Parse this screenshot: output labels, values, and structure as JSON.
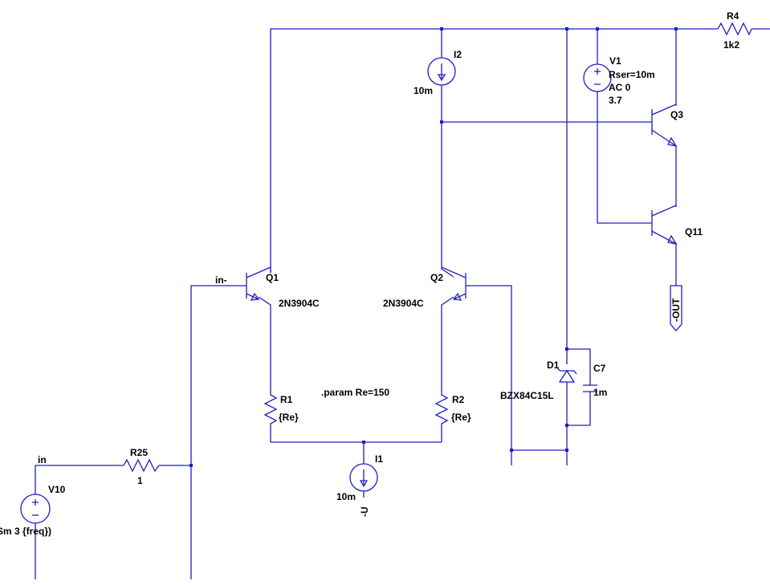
{
  "components": {
    "Q1": {
      "name": "Q1",
      "model": "2N3904C"
    },
    "Q2": {
      "name": "Q2",
      "model": "2N3904C"
    },
    "Q3": {
      "name": "Q3"
    },
    "Q11": {
      "name": "Q11"
    },
    "R1": {
      "name": "R1",
      "value": "{Re}"
    },
    "R2": {
      "name": "R2",
      "value": "{Re}"
    },
    "R4": {
      "name": "R4",
      "value": "1k2"
    },
    "R25": {
      "name": "R25",
      "value": "1"
    },
    "I1": {
      "name": "I1",
      "value": "10m"
    },
    "I2": {
      "name": "I2",
      "value": "10m"
    },
    "V1": {
      "name": "V1",
      "line1": "Rser=10m",
      "line2": "AC 0",
      "line3": "3.7"
    },
    "V10": {
      "name": "V10",
      "value": "Sm 3 {freq})"
    },
    "D1": {
      "name": "D1",
      "model": "BZX84C15L"
    },
    "C7": {
      "name": "C7",
      "value": "1m"
    }
  },
  "nets": {
    "in": "in",
    "in_minus": "in-",
    "out": "-OUT",
    "neg_u": "-U"
  },
  "directive": ".param Re=150",
  "colors": {
    "wire": "#1f1fbf",
    "text": "#000000",
    "background": "#ffffff"
  }
}
